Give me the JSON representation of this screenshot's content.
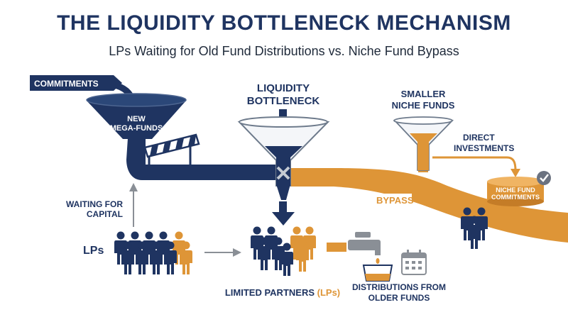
{
  "header": {
    "title": "THE LIQUIDITY BOTTLENECK MECHANISM",
    "subtitle": "LPs Waiting for Old Fund Distributions vs. Niche Fund Bypass"
  },
  "labels": {
    "commitments": "COMMITMENTS",
    "new_mega_funds_1": "NEW",
    "new_mega_funds_2": "MEGA-FUNDS",
    "liquidity_1": "LIQUIDITY",
    "liquidity_2": "BOTTLENECK",
    "smaller_1": "SMALLER",
    "smaller_2": "NICHE FUNDS",
    "direct_1": "DIRECT",
    "direct_2": "INVESTMENTS",
    "niche_1": "NICHE FUND",
    "niche_2": "COMMITMENTS",
    "bypass": "BYPASS",
    "waiting_1": "WAITING FOR",
    "waiting_2": "CAPITAL",
    "lps": "LPs",
    "limited_partners": "LIMITED PARTNERS",
    "limited_partners_lps": "(LPs)",
    "distributions_1": "DISTRIBUTIONS FROM",
    "distributions_2": "OLDER FUNDS"
  },
  "colors": {
    "navy": "#1f3461",
    "orange": "#de9537",
    "gray": "#8a8f96"
  },
  "icons": [
    "roadblock-icon",
    "x-mark-icon",
    "checkmark-icon",
    "faucet-icon",
    "calendar-icon",
    "person-icon"
  ]
}
